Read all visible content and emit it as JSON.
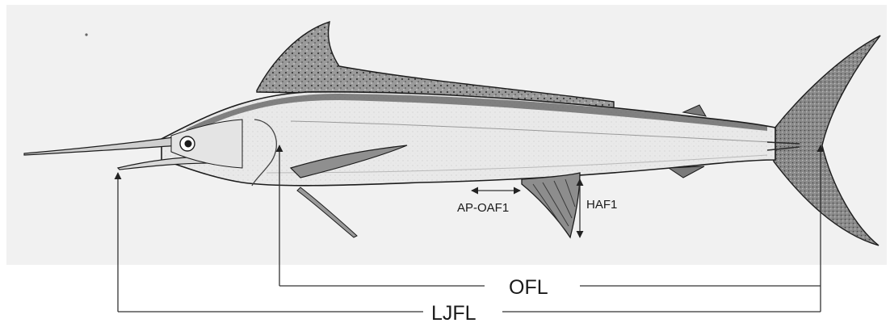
{
  "labels": {
    "ap_oaf1": "AP-OAF1",
    "haf1": "HAF1",
    "ofl": "OFL",
    "ljfl": "LJFL"
  },
  "colors": {
    "background_panel": "#f1f1f1",
    "body_fill": "#e8e8e8",
    "body_shadow": "#c9c9c9",
    "outline": "#1c1c1c",
    "fin_fill": "#8f8f8f",
    "measure_line": "#333333"
  }
}
